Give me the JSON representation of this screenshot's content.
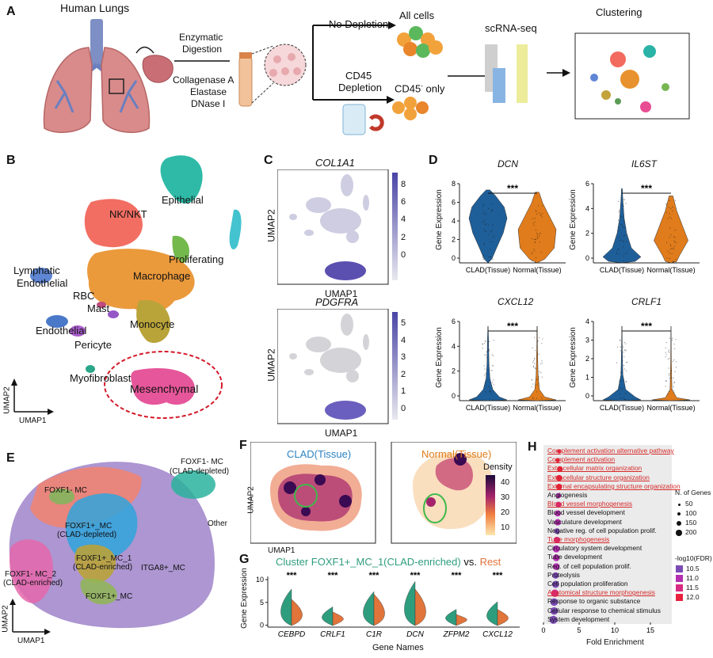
{
  "panels": {
    "a": "A",
    "b": "B",
    "c": "C",
    "d": "D",
    "e": "E",
    "f": "F",
    "g": "G",
    "h": "H"
  },
  "panel_a": {
    "human_lungs": "Human Lungs",
    "enzymatic": "Enzymatic",
    "digestion": "Digestion",
    "enzymes": [
      "Collagenase A",
      "Elastase",
      "DNase I"
    ],
    "no_depletion": "No Depletion",
    "all_cells": "All cells",
    "cd45": "CD45",
    "depletion": "Depletion",
    "cd45_only": "CD45",
    "cd45_minus": "-",
    "only": " only",
    "scrna": "scRNA-seq",
    "clustering": "Clustering"
  },
  "panel_b": {
    "clusters": {
      "epithelial": "Epithelial",
      "nknkt": "NK/NKT",
      "proliferating": "Proliferating",
      "lymphatic": "Lymphatic",
      "endothelial_l": "Endothelial",
      "macrophage": "Macrophage",
      "rbc": "RBC",
      "mast": "Mast",
      "monocyte": "Monocyte",
      "endothelial": "Endothelial",
      "pericyte": "Pericyte",
      "myofibroblast": "Myofibroblast",
      "mesenchymal": "Mesenchymal"
    },
    "umap1": "UMAP1",
    "umap2": "UMAP2"
  },
  "panel_c": {
    "gene1": "COL1A1",
    "gene2": "PDGFRA",
    "umap1": "UMAP1",
    "umap2": "UMAP2",
    "ticks1": [
      "8",
      "6",
      "4",
      "2",
      "0"
    ],
    "ticks2": [
      "5",
      "4",
      "3",
      "2",
      "1",
      "0"
    ]
  },
  "panel_d": {
    "ylabel": "Gene Expression",
    "group1": "CLAD(Tissue)",
    "group2": "Normal(Tissue)",
    "sig": "***",
    "plots": [
      {
        "gene": "DCN",
        "ticks": [
          "8",
          "6",
          "4",
          "2",
          "0"
        ]
      },
      {
        "gene": "IL6ST",
        "ticks": [
          "6",
          "4",
          "2",
          "0"
        ]
      },
      {
        "gene": "CXCL12",
        "ticks": [
          "6",
          "4",
          "2",
          "0"
        ]
      },
      {
        "gene": "CRLF1",
        "ticks": [
          "4",
          "3",
          "2",
          "1",
          "0"
        ]
      }
    ]
  },
  "panel_e": {
    "labels": {
      "foxf1_mc_dep_a": "FOXF1- MC",
      "foxf1_mc_dep_b": "(CLAD-depleted)",
      "foxf1_mc": "FOXF1- MC",
      "foxf1p_dep_a": "FOXF1+_MC",
      "foxf1p_dep_b": "(CLAD-depleted)",
      "foxf1p1_a": "FOXF1+_MC_1",
      "foxf1p1_b": "(CLAD-enriched)",
      "mc2_a": "FOXF1- MC_2",
      "mc2_b": "(CLAD-enriched)",
      "itga8": "ITGA8+_MC",
      "foxf1p_mc": "FOXF1+_MC",
      "other": "Other"
    },
    "umap1": "UMAP1",
    "umap2": "UMAP2"
  },
  "panel_f": {
    "clad": "CLAD(Tissue)",
    "normal": "Normal(Tissue)",
    "density": "Density",
    "density_ticks": [
      "40",
      "30",
      "20",
      "10"
    ],
    "umap1": "UMAP1",
    "umap2": "UMAP2"
  },
  "panel_g": {
    "title_cluster": "Cluster FOXF1+_MC_1(CLAD-enriched)",
    "title_vs": " vs. ",
    "title_rest": "Rest",
    "ylabel": "Gene Expression",
    "xlabel": "Gene Names",
    "ticks": [
      "10",
      "5",
      "0"
    ],
    "sig": "***",
    "genes": [
      "CEBPD",
      "CRLF1",
      "C1R",
      "DCN",
      "ZFPM2",
      "CXCL12"
    ]
  },
  "panel_h": {
    "terms": [
      {
        "name": "Complement activation alternative pathway",
        "fold": 2.2,
        "genes": 50,
        "fdr": 12.0,
        "red": true
      },
      {
        "name": "Complement activation",
        "fold": 2.0,
        "genes": 60,
        "fdr": 12.0,
        "red": true
      },
      {
        "name": "Extracellular matrix organization",
        "fold": 2.3,
        "genes": 120,
        "fdr": 12.0,
        "red": true
      },
      {
        "name": "Extracellular structure organization",
        "fold": 2.2,
        "genes": 130,
        "fdr": 12.0,
        "red": true
      },
      {
        "name": "External encapsulating structure organization",
        "fold": 2.2,
        "genes": 130,
        "fdr": 12.0,
        "red": true
      },
      {
        "name": "Angiogenesis",
        "fold": 2.1,
        "genes": 100,
        "fdr": 11.0,
        "red": false
      },
      {
        "name": "Blood vessel morphogenesis",
        "fold": 2.1,
        "genes": 120,
        "fdr": 11.5,
        "red": true
      },
      {
        "name": "Blood vessel development",
        "fold": 2.0,
        "genes": 140,
        "fdr": 11.0,
        "red": false
      },
      {
        "name": "Vasculature development",
        "fold": 2.0,
        "genes": 150,
        "fdr": 11.0,
        "red": false
      },
      {
        "name": "Negative reg. of cell population prolif.",
        "fold": 1.9,
        "genes": 120,
        "fdr": 10.5,
        "red": false
      },
      {
        "name": "Tube morphogenesis",
        "fold": 1.9,
        "genes": 150,
        "fdr": 11.5,
        "red": true
      },
      {
        "name": "Circulatory system development",
        "fold": 1.8,
        "genes": 180,
        "fdr": 11.0,
        "red": false
      },
      {
        "name": "Tube development",
        "fold": 1.8,
        "genes": 170,
        "fdr": 11.0,
        "red": false
      },
      {
        "name": "Reg. of cell population prolif.",
        "fold": 1.8,
        "genes": 170,
        "fdr": 11.0,
        "red": false
      },
      {
        "name": "Proteolysis",
        "fold": 1.7,
        "genes": 150,
        "fdr": 10.5,
        "red": false
      },
      {
        "name": "Cell population proliferation",
        "fold": 1.7,
        "genes": 180,
        "fdr": 10.5,
        "red": false
      },
      {
        "name": "Anatomical structure morphogenesis",
        "fold": 1.6,
        "genes": 200,
        "fdr": 11.5,
        "red": true
      },
      {
        "name": "Response to organic substance",
        "fold": 1.5,
        "genes": 200,
        "fdr": 10.5,
        "red": false
      },
      {
        "name": "Cellular response to chemical stimulus",
        "fold": 1.5,
        "genes": 200,
        "fdr": 10.5,
        "red": false
      },
      {
        "name": "System development",
        "fold": 1.4,
        "genes": 220,
        "fdr": 10.5,
        "red": false
      }
    ],
    "xticks": [
      "0",
      "5",
      "10",
      "15"
    ],
    "xlabel": "Fold Enrichment",
    "legend_genes_title": "N. of Genes",
    "legend_genes": [
      "50",
      "100",
      "150",
      "200"
    ],
    "legend_fdr_title": "-log10(FDR)",
    "legend_fdr": [
      "10.5",
      "11.0",
      "11.5",
      "12.0"
    ],
    "fdr_colors": [
      "#7b4bb5",
      "#b32fb0",
      "#d82b82",
      "#e8213e"
    ],
    "red_color": "#d62a2a"
  }
}
